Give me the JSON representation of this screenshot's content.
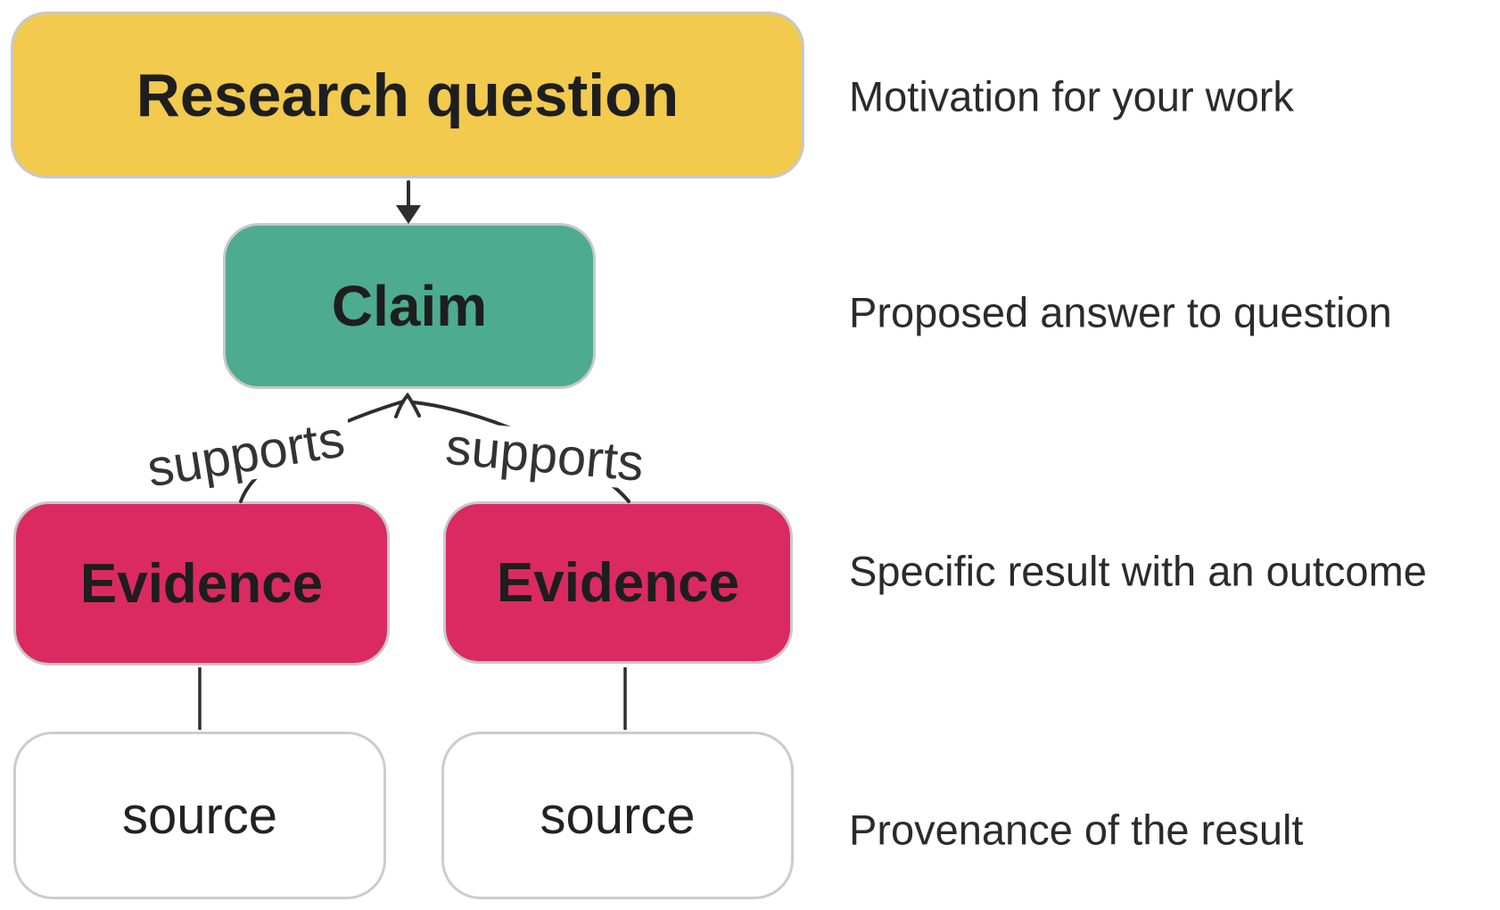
{
  "colors": {
    "yellow": "#f1ca4e",
    "green": "#4dac8d",
    "pink": "#da2a61",
    "box_border": "#c8c8c8",
    "source_border": "#cccccc",
    "text_dark": "#1e1e1e",
    "annotation": "#2b2b2b",
    "arrow": "#2e2e2e",
    "canvas_bg": "#ffffff"
  },
  "nodes": {
    "research_question": {
      "label": "Research question"
    },
    "claim": {
      "label": "Claim"
    },
    "evidence_left": {
      "label": "Evidence"
    },
    "evidence_right": {
      "label": "Evidence"
    },
    "source_left": {
      "label": "source"
    },
    "source_right": {
      "label": "source"
    }
  },
  "edge_labels": {
    "supports_left": "supports",
    "supports_right": "supports"
  },
  "annotations": {
    "research_question": "Motivation for your work",
    "claim": "Proposed answer to question",
    "evidence": "Specific result with an outcome",
    "source": "Provenance of the result"
  }
}
